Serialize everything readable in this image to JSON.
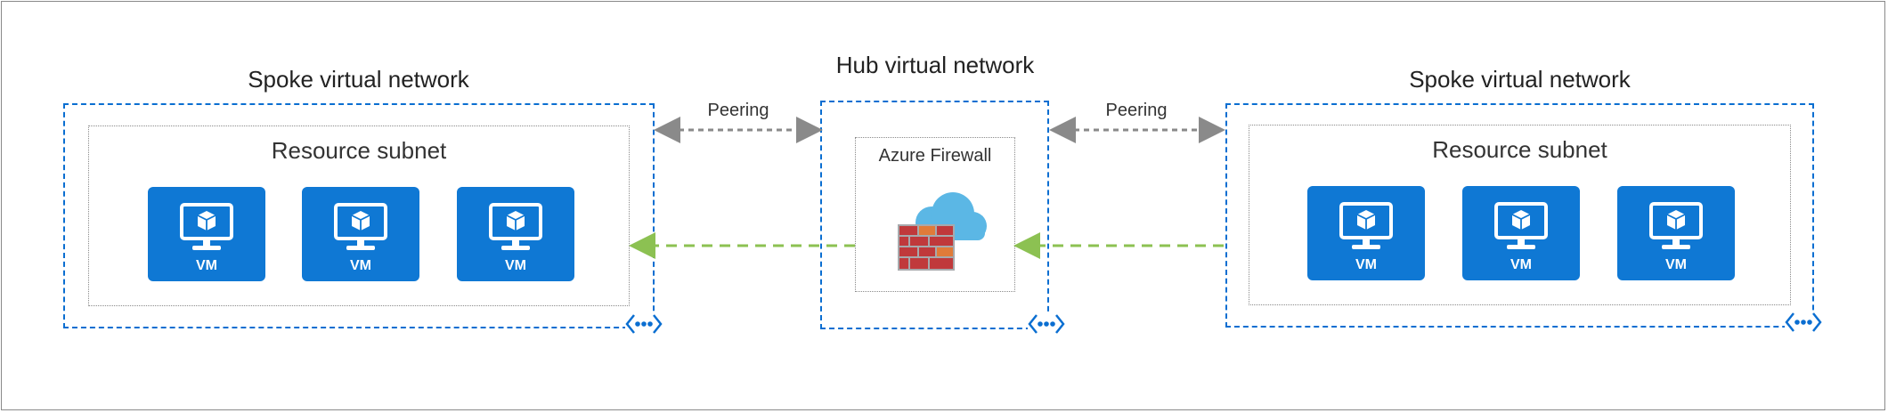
{
  "hub": {
    "title": "Hub virtual network",
    "firewall_label": "Azure Firewall"
  },
  "spoke_left": {
    "title": "Spoke virtual network",
    "subnet_label": "Resource subnet",
    "vms": [
      "VM",
      "VM",
      "VM"
    ]
  },
  "spoke_right": {
    "title": "Spoke virtual network",
    "subnet_label": "Resource subnet",
    "vms": [
      "VM",
      "VM",
      "VM"
    ]
  },
  "peerings": [
    "Peering",
    "Peering"
  ],
  "colors": {
    "vnet_border": "#0a6ed1",
    "vm_fill": "#0f78d4",
    "peering_arrow": "#8a8a8a",
    "traffic_arrow": "#8cc152",
    "firewall_red": "#c0393b",
    "cloud_blue": "#5bb7e5"
  },
  "icons": {
    "vm": "monitor-cube-icon",
    "firewall": "firewall-cloud-icon",
    "vnet_badge": "vnet-dots-icon"
  }
}
